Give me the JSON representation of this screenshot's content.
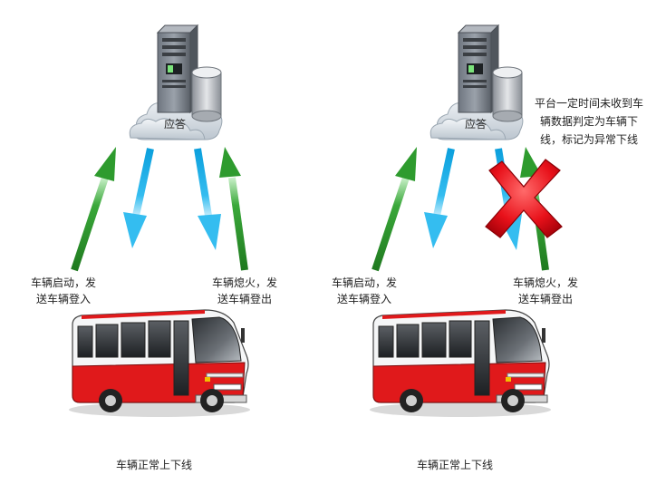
{
  "left_panel": {
    "server_label": "应答",
    "start_label_line1": "车辆启动，发",
    "start_label_line2": "送车辆登入",
    "stop_label_line1": "车辆熄火，发",
    "stop_label_line2": "送车辆登出",
    "caption": "车辆正常上下线"
  },
  "right_panel": {
    "server_label": "应答",
    "timeout_note_line1": "平台一定时间未收到车",
    "timeout_note_line2": "辆数据判定为车辆下",
    "timeout_note_line3": "线，标记为异常下线",
    "start_label_line1": "车辆启动，发",
    "start_label_line2": "送车辆登入",
    "stop_label_line1": "车辆熄火，发",
    "stop_label_line2": "送车辆登出",
    "caption": "车辆正常上下线"
  },
  "colors": {
    "uplink_arrow": "#2e9b2e",
    "response_arrow": "#1fb0e8",
    "bus_red": "#e0191b",
    "cross_red": "#e8111a"
  }
}
